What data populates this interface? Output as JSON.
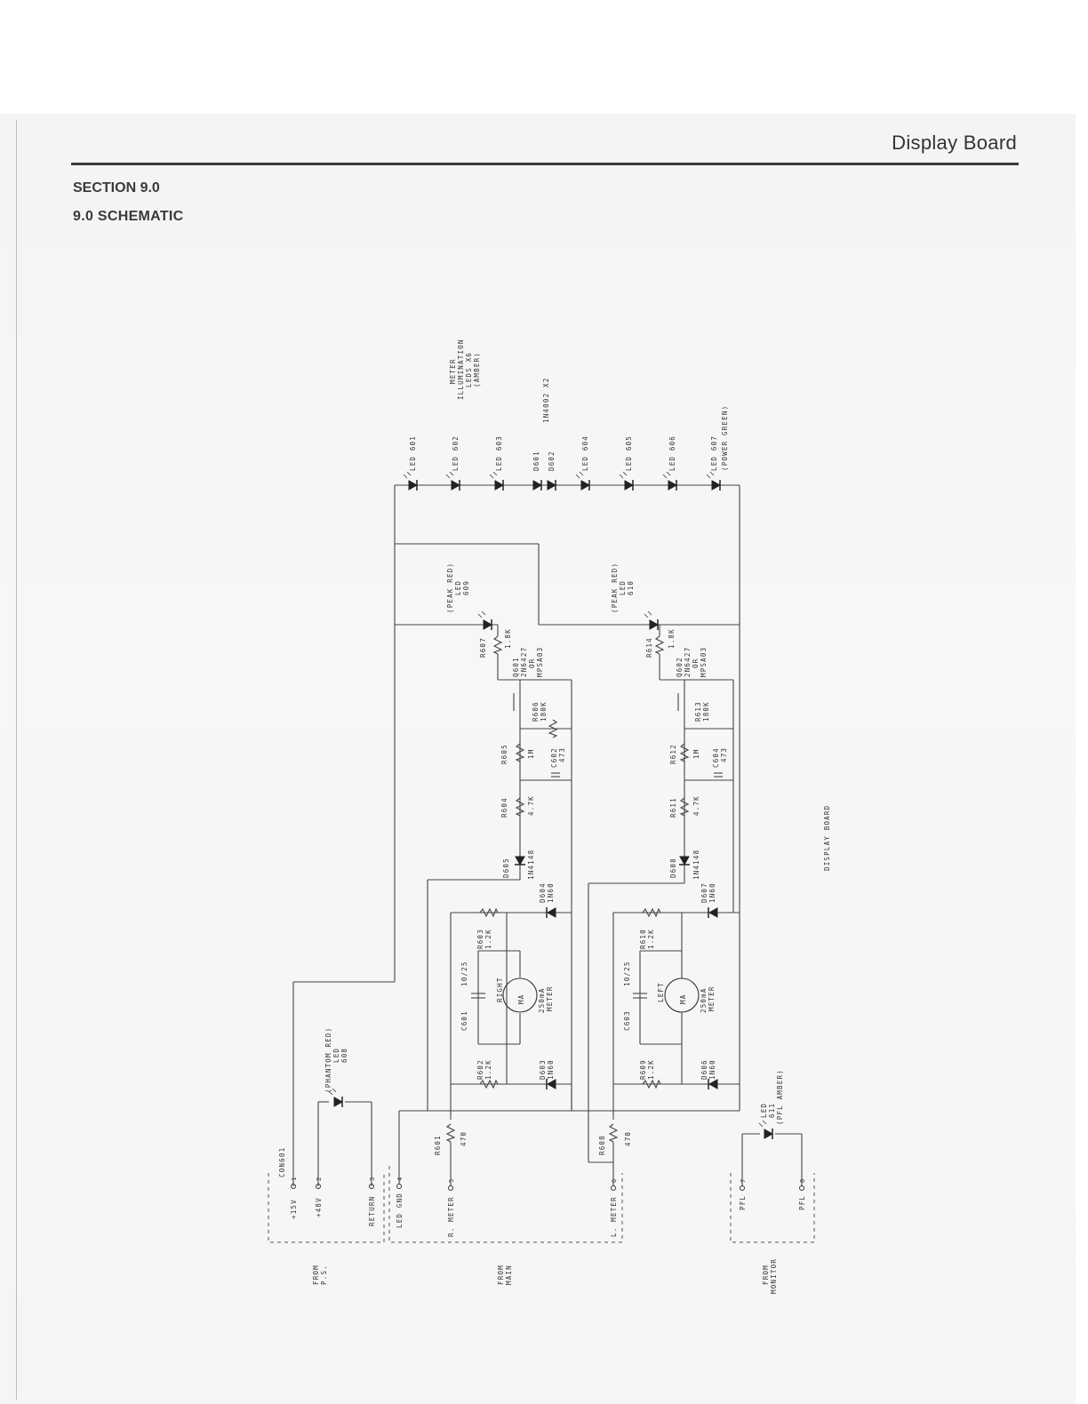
{
  "header": {
    "title": "Display Board"
  },
  "section": {
    "label": "SECTION 9.0",
    "title": "9.0  SCHEMATIC"
  },
  "schematic": {
    "board_label": "DISPLAY BOARD",
    "top_note": {
      "line1": "METER",
      "line2": "ILLUMINATION",
      "line3": "LEDS X6",
      "line4": "(AMBER)"
    },
    "diode_note": "1N4002 X2",
    "leds_top": [
      {
        "label": "LED 601"
      },
      {
        "label": "LED 602"
      },
      {
        "label": "LED 603"
      },
      {
        "label": "D601",
        "label2": "D602"
      },
      {
        "label": "LED 604"
      },
      {
        "label": "LED 605"
      },
      {
        "label": "LED 606"
      },
      {
        "label": "LED 607",
        "label2": "(POWER GREEN)"
      }
    ],
    "peak_left": {
      "line1": "(PEAK RED)",
      "line2": "LED",
      "line3": "609"
    },
    "peak_right": {
      "line1": "(PEAK RED)",
      "line2": "LED",
      "line3": "610"
    },
    "left_channel": {
      "r_top": "R607",
      "r_top_val": "1.8K",
      "q": "Q601",
      "q_type": "2N6427",
      "q_or": "OR",
      "q_alt": "MPSA03",
      "r_bias": "R606",
      "r_bias_val": "180K",
      "r_mid": "R605",
      "r_mid_val": "1M",
      "c_mid": "C602",
      "c_mid_val": "473",
      "r_low": "R604",
      "r_low_val": "4.7K",
      "d_sig": "D605",
      "d_sig_val": "1N4148",
      "d_clamp": "D604",
      "d_clamp_val": "1N60",
      "r_a": "R603",
      "r_a_val": "1.2K",
      "c_meter": "C601",
      "c_meter_val": "10/25",
      "meter_name": "RIGHT",
      "meter_sym": "MA",
      "meter_val": "250mA",
      "meter_word": "METER",
      "r_b": "R602",
      "r_b_val": "1.2K",
      "d_b": "D603",
      "d_b_val": "1N60",
      "r_in": "R601",
      "r_in_val": "470"
    },
    "right_channel": {
      "r_top": "R614",
      "r_top_val": "1.8K",
      "q": "Q602",
      "q_type": "2N6427",
      "q_or": "OR",
      "q_alt": "MPSA03",
      "r_bias": "R613",
      "r_bias_val": "180K",
      "r_mid": "R612",
      "r_mid_val": "1M",
      "c_mid": "C604",
      "c_mid_val": "473",
      "r_low": "R611",
      "r_low_val": "4.7K",
      "d_sig": "D608",
      "d_sig_val": "1N4148",
      "d_clamp": "D607",
      "d_clamp_val": "1N60",
      "r_a": "R610",
      "r_a_val": "1.2K",
      "c_meter": "C603",
      "c_meter_val": "10/25",
      "meter_name": "LEFT",
      "meter_sym": "MA",
      "meter_val": "250mA",
      "meter_word": "METER",
      "r_b": "R609",
      "r_b_val": "1.2K",
      "d_b": "D606",
      "d_b_val": "1N60",
      "r_in": "R608",
      "r_in_val": "470"
    },
    "phantom": {
      "line1": "(PHANTOM RED)",
      "line2": "LED",
      "line3": "608"
    },
    "pfl_led": {
      "line1": "LED",
      "line2": "611",
      "line3": "(PFL AMBER)"
    },
    "connector": {
      "name": "CON601",
      "pins": [
        {
          "name": "+15V",
          "num": "1"
        },
        {
          "name": "+48V",
          "num": "2"
        },
        {
          "name": "RETURN",
          "num": "3"
        },
        {
          "name": "LED GND",
          "num": "4"
        },
        {
          "name": "R. METER",
          "num": "5"
        },
        {
          "name": "L. METER",
          "num": "6"
        },
        {
          "name": "PFL",
          "num": "7"
        },
        {
          "name": "PFL",
          "num": "8"
        }
      ]
    },
    "sources": [
      {
        "line1": "FROM",
        "line2": "P.S."
      },
      {
        "line1": "FROM",
        "line2": "MAIN"
      },
      {
        "line1": "FROM",
        "line2": "MONITOR"
      }
    ]
  }
}
